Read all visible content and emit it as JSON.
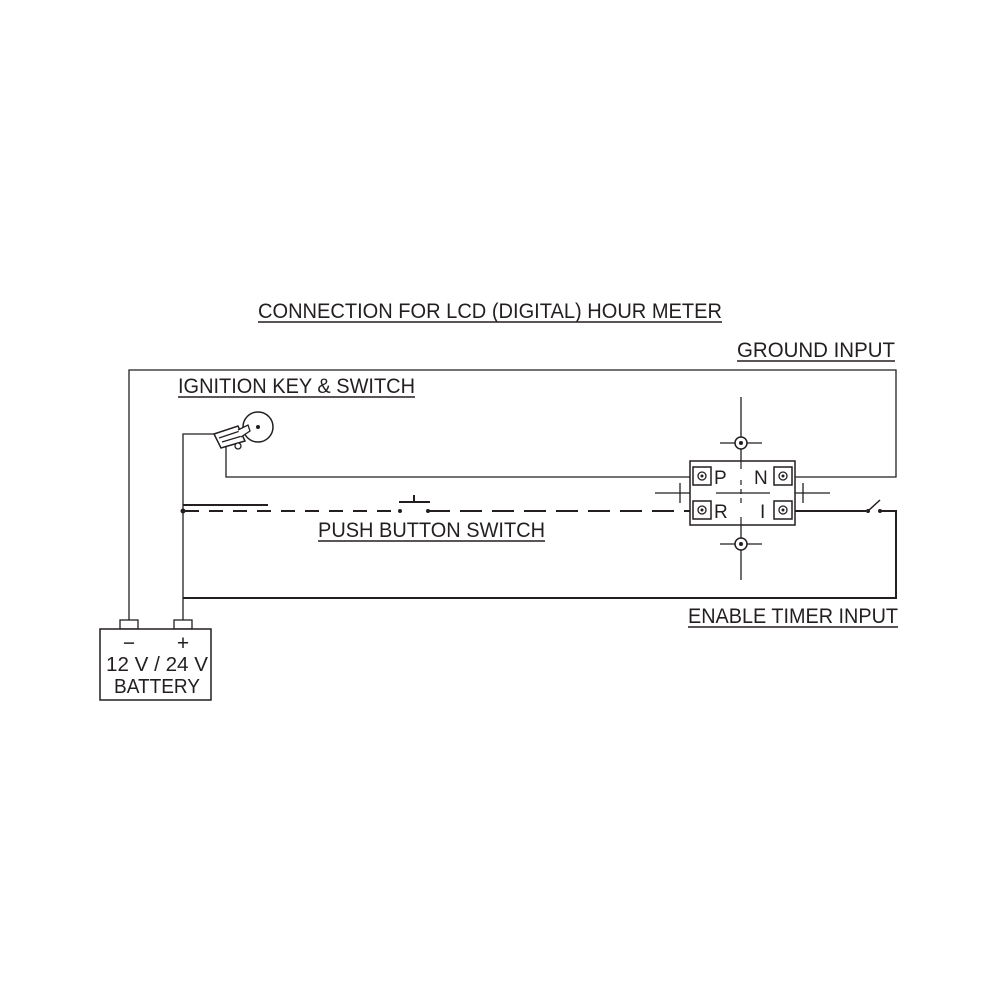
{
  "diagram": {
    "title": "CONNECTION FOR LCD (DIGITAL) HOUR METER",
    "labels": {
      "ground_input": "GROUND INPUT",
      "ignition": "IGNITION KEY & SWITCH",
      "push_button": "PUSH BUTTON SWITCH",
      "enable_timer": "ENABLE TIMER INPUT"
    },
    "battery": {
      "minus": "−",
      "plus": "+",
      "voltage": "12 V / 24 V",
      "name": "BATTERY"
    },
    "terminals": {
      "p": "P",
      "n": "N",
      "r": "R",
      "i": "I"
    }
  }
}
